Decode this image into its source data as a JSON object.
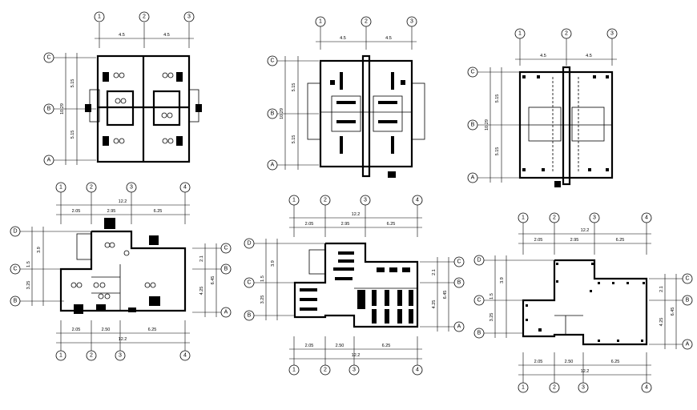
{
  "plans": [
    {
      "id": "plan-1",
      "col_labels": [
        "1",
        "2",
        "3"
      ],
      "row_labels": [
        "C",
        "B",
        "A"
      ],
      "dims_top": [
        "4.5",
        "4.5"
      ],
      "dims_side": [
        "5.15",
        "5.15"
      ],
      "dims_total_side": "10.29"
    },
    {
      "id": "plan-2",
      "col_labels": [
        "1",
        "2",
        "3"
      ],
      "row_labels": [
        "C",
        "B",
        "A"
      ],
      "dims_top": [
        "4.5",
        "4.5"
      ],
      "dims_side": [
        "5.15",
        "5.15"
      ],
      "dims_total_side": "10.29"
    },
    {
      "id": "plan-3",
      "col_labels": [
        "1",
        "2",
        "3"
      ],
      "row_labels": [
        "C",
        "B",
        "A"
      ],
      "dims_top": [
        "4.5",
        "4.5"
      ],
      "dims_side": [
        "5.15",
        "5.15"
      ],
      "dims_total_side": "10.29"
    },
    {
      "id": "plan-4",
      "col_labels": [
        "1",
        "2",
        "3",
        "4"
      ],
      "row_labels": [
        "D",
        "C",
        "B",
        "A"
      ],
      "dims_top_total": "12.2",
      "dims_top": [
        "2.05",
        "2.95",
        "6.25"
      ],
      "dims_bottom": [
        "2.05",
        "2.50",
        "6.25"
      ],
      "dims_bottom_total": "12.2",
      "dims_left": [
        "3.9",
        "1.5",
        "3.25"
      ],
      "dims_right": [
        "2.1",
        "4.25"
      ],
      "dims_right_total": "6.45"
    },
    {
      "id": "plan-5",
      "col_labels": [
        "1",
        "2",
        "3",
        "4"
      ],
      "row_labels": [
        "D",
        "C",
        "B",
        "A"
      ],
      "dims_top_total": "12.2",
      "dims_top": [
        "2.05",
        "2.95",
        "6.25"
      ],
      "dims_bottom": [
        "2.05",
        "2.50",
        "6.25"
      ],
      "dims_bottom_total": "12.2",
      "dims_left": [
        "3.9",
        "1.5",
        "3.25"
      ],
      "dims_right": [
        "2.1",
        "4.25"
      ],
      "dims_right_total": "6.45"
    },
    {
      "id": "plan-6",
      "col_labels": [
        "1",
        "2",
        "3",
        "4"
      ],
      "row_labels": [
        "D",
        "C",
        "B",
        "A"
      ],
      "dims_top_total": "12.2",
      "dims_top": [
        "2.05",
        "2.95",
        "6.25"
      ],
      "dims_bottom": [
        "2.05",
        "2.50",
        "6.25"
      ],
      "dims_bottom_total": "12.2",
      "dims_left": [
        "3.9",
        "1.5",
        "3.25"
      ],
      "dims_right": [
        "2.1",
        "4.25"
      ],
      "dims_right_total": "6.45"
    }
  ]
}
